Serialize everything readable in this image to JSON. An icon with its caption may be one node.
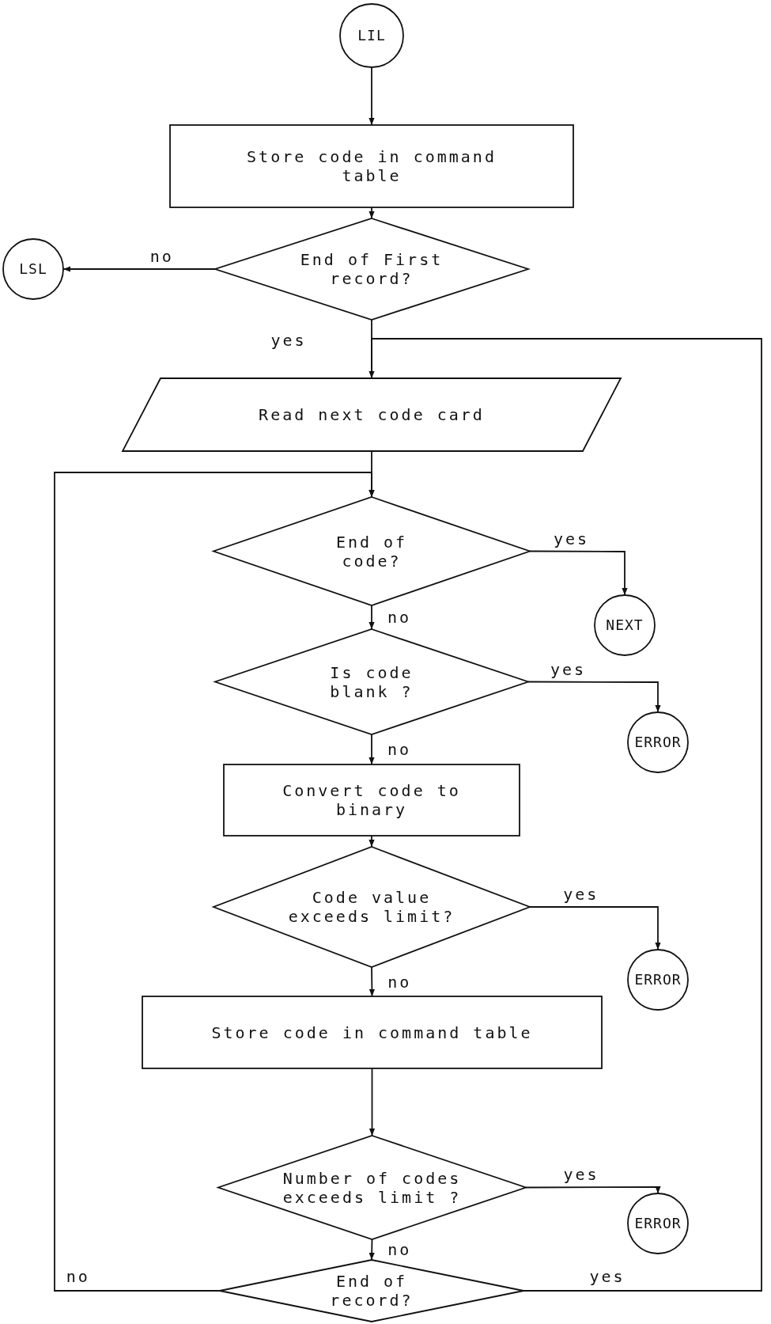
{
  "diagram": {
    "nodes": [
      {
        "text": [
          "LIL"
        ]
      },
      {
        "text": [
          "Store code in command table"
        ]
      },
      {
        "text": [
          "End of First record?"
        ]
      },
      {
        "text": [
          "LSL"
        ]
      },
      {
        "text": [
          "Read next code card"
        ]
      },
      {
        "text": [
          "End of code?"
        ]
      },
      {
        "text": [
          "NEXT"
        ]
      },
      {
        "text": [
          "Is code blank ?"
        ]
      },
      {
        "text": [
          "ERROR"
        ]
      },
      {
        "text": [
          "Convert code to binary"
        ]
      },
      {
        "text": [
          "Code value exceeds limit?"
        ]
      },
      {
        "text": [
          "ERROR"
        ]
      },
      {
        "text": [
          "Store code in command table"
        ]
      },
      {
        "text": [
          "Number of codes exceeds limit ?"
        ]
      },
      {
        "text": [
          "ERROR"
        ]
      },
      {
        "text": [
          "End of record?"
        ]
      }
    ],
    "edges": [
      {
        "from": 0,
        "to": 1,
        "arrow": "to"
      },
      {
        "from": 1,
        "to": 2,
        "arrow": "to"
      },
      {
        "from": 2,
        "to": 3,
        "arrow": "to",
        "label": "no"
      },
      {
        "from": 2,
        "to": 4,
        "arrow": "none",
        "label": "yes"
      },
      {
        "from": 4,
        "to": 5,
        "arrow": "to"
      },
      {
        "from": 5,
        "to": 6,
        "arrow": "to",
        "label": "yes"
      },
      {
        "from": 5,
        "to": 7,
        "arrow": "to",
        "label": "no"
      },
      {
        "from": 7,
        "to": 8,
        "arrow": "to",
        "label": "yes"
      },
      {
        "from": 7,
        "to": 9,
        "arrow": "to",
        "label": "no"
      },
      {
        "from": 9,
        "to": 10,
        "arrow": "to"
      },
      {
        "from": 10,
        "to": 11,
        "arrow": "to",
        "label": "yes"
      },
      {
        "from": 10,
        "to": 12,
        "arrow": "to",
        "label": "no"
      },
      {
        "from": 12,
        "to": 13,
        "arrow": "to"
      },
      {
        "from": 13,
        "to": 14,
        "arrow": "to",
        "label": "yes"
      },
      {
        "from": 13,
        "to": 15,
        "arrow": "to",
        "label": "no"
      },
      {
        "from": 15,
        "to": 5,
        "arrow": "to",
        "label": "no"
      },
      {
        "from": 15,
        "to": 4,
        "arrow": "to",
        "label": "yes"
      }
    ]
  }
}
